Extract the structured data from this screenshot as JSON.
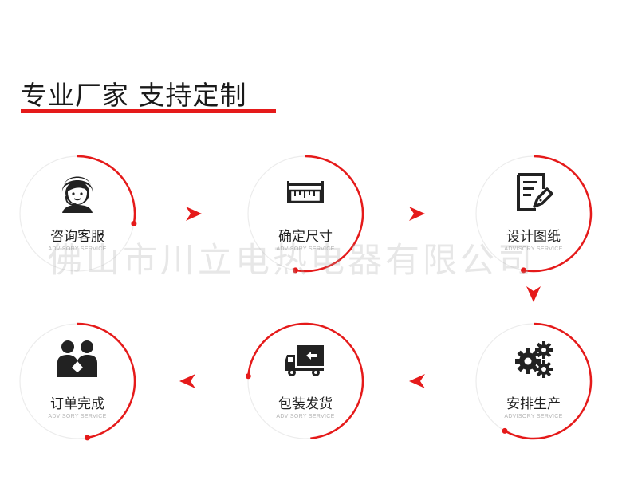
{
  "header": {
    "title": "专业厂家 支持定制"
  },
  "steps": [
    {
      "label": "咨询客服",
      "sub": "ADVISORY SERVICE",
      "icon": "customer-service-icon"
    },
    {
      "label": "确定尺寸",
      "sub": "ADVISORY SERVICE",
      "icon": "ruler-icon"
    },
    {
      "label": "设计图纸",
      "sub": "ADVISORY SERVICE",
      "icon": "design-drawing-icon"
    },
    {
      "label": "安排生产",
      "sub": "ADVISORY SERVICE",
      "icon": "gears-icon"
    },
    {
      "label": "包装发货",
      "sub": "ADVISORY SERVICE",
      "icon": "delivery-truck-icon"
    },
    {
      "label": "订单完成",
      "sub": "ADVISORY SERVICE",
      "icon": "handshake-icon"
    }
  ],
  "watermark": "佛山市川立电热电器有限公司",
  "colors": {
    "accent": "#e51a1a",
    "ring": "#ececec",
    "text": "#222222"
  }
}
